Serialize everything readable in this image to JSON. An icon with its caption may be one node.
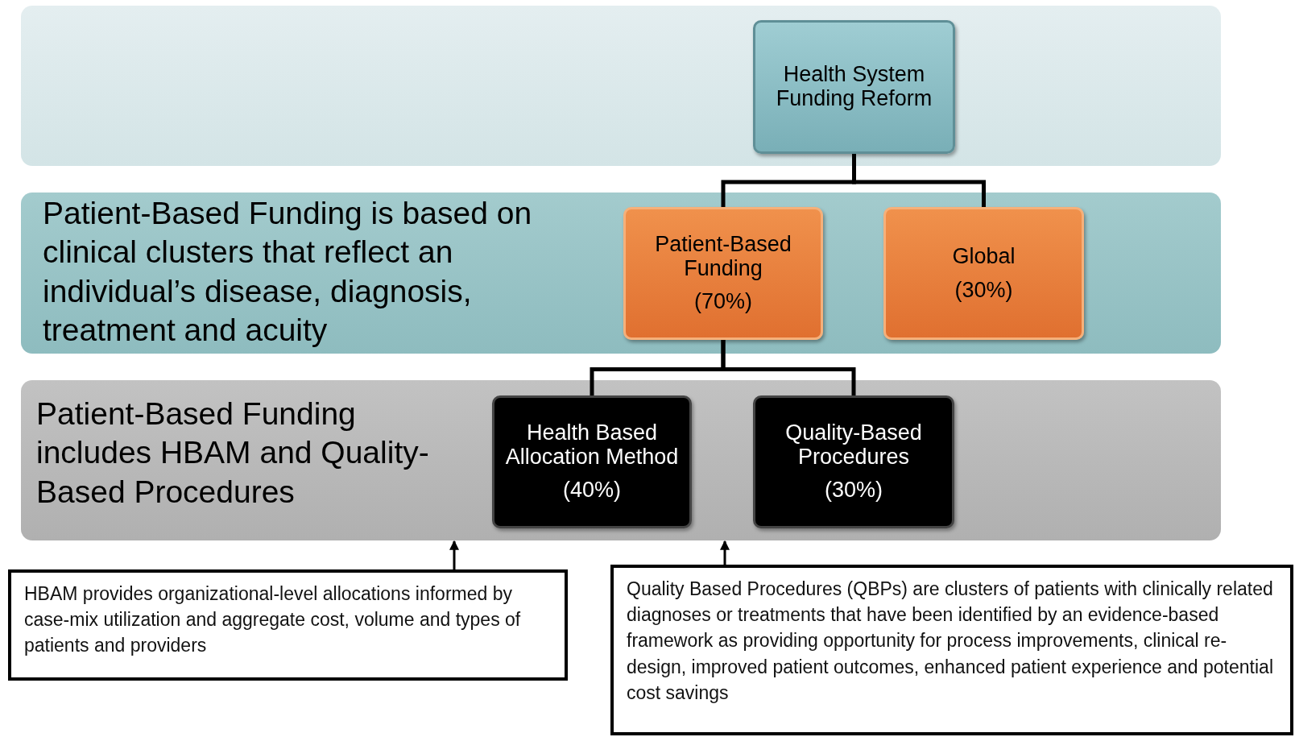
{
  "diagram": {
    "nodes": [
      {
        "text": [],
        "shape": "box"
      },
      {
        "text": [
          "Health System Funding Reform"
        ],
        "in": 0
      },
      {
        "text": [
          "Patient-Based Funding is based on clinical clusters  that reflect an individual’s disease, diagnosis, treatment and acuity"
        ]
      },
      {
        "text": [
          "Patient-Based Funding",
          "(70%)"
        ],
        "in": 2
      },
      {
        "text": [
          "Global",
          "(30%)"
        ],
        "in": 2
      },
      {
        "text": [
          "Patient-Based Funding includes HBAM and Quality-Based Procedures"
        ]
      },
      {
        "text": [
          "Health Based Allocation Method",
          "(40%)"
        ],
        "in": 5
      },
      {
        "text": [
          "Quality-Based Procedures",
          "(30%)"
        ],
        "in": 5
      },
      {
        "text": [
          "HBAM provides organizational-level allocations informed by case-mix utilization and aggregate cost, volume and types of patients and providers"
        ]
      },
      {
        "text": [
          "Quality Based Procedures (QBPs) are clusters of patients with clinically related diagnoses or treatments that have been identified by an evidence-based framework as providing opportunity for process improvements, clinical re-design, improved patient outcomes, enhanced patient experience and potential cost savings"
        ]
      }
    ],
    "edges": [
      {
        "from": 1,
        "to": 3,
        "arrow": "none"
      },
      {
        "from": 1,
        "to": 4,
        "arrow": "none"
      },
      {
        "from": 3,
        "to": 6,
        "arrow": "none"
      },
      {
        "from": 3,
        "to": 7,
        "arrow": "none"
      },
      {
        "from": 8,
        "to": 5,
        "arrow": "to"
      },
      {
        "from": 9,
        "to": 5,
        "arrow": "to"
      }
    ]
  }
}
